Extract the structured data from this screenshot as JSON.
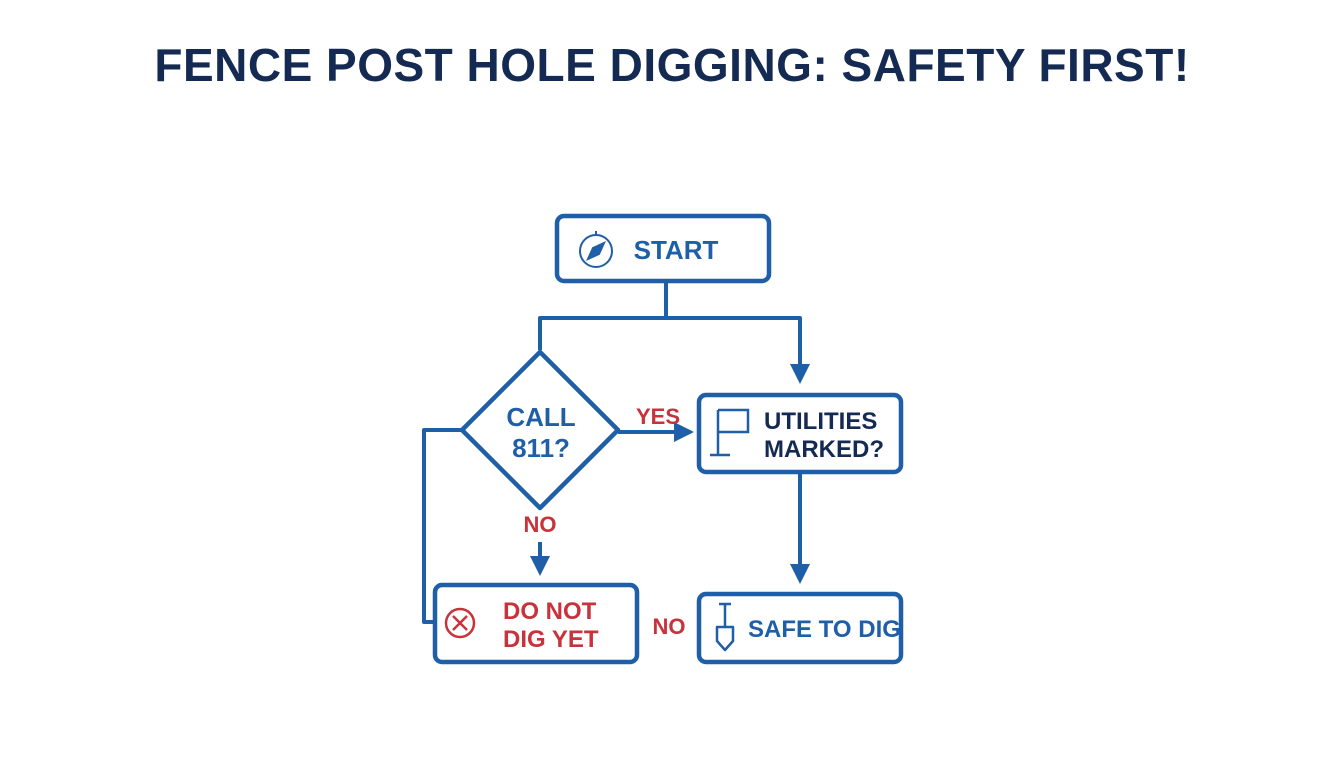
{
  "title": "FENCE POST HOLE DIGGING: SAFETY FIRST!",
  "colors": {
    "title": "#142a52",
    "node_stroke": "#1f5fa8",
    "node_text_blue": "#1f5fa8",
    "node_text_dark": "#142a52",
    "negative": "#c8323a",
    "background": "#ffffff"
  },
  "nodes": {
    "start": {
      "label": "START",
      "icon": "compass-icon"
    },
    "call811": {
      "line1": "CALL",
      "line2": "811?"
    },
    "utilities": {
      "line1": "UTILITIES",
      "line2": "MARKED?",
      "icon": "flag-icon"
    },
    "do_not_dig": {
      "line1": "DO NOT",
      "line2": "DIG YET",
      "icon": "x-circle-icon"
    },
    "safe": {
      "label": "SAFE TO DIG",
      "icon": "shovel-icon"
    }
  },
  "edges": {
    "yes_label": "YES",
    "no_label_call": "NO",
    "no_label_utilities": "NO"
  }
}
